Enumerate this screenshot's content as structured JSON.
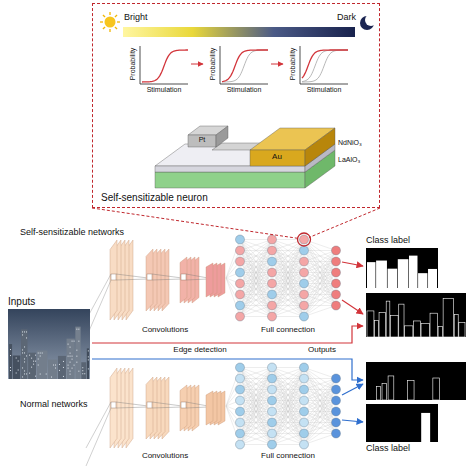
{
  "diagram": {
    "nodes": [
      {
        "text": [
          "Self-sensitizable neuron"
        ]
      },
      {
        "text": [
          "Inputs"
        ]
      },
      {
        "text": [
          "Class label"
        ]
      },
      {
        "text": [
          "Class label"
        ]
      }
    ],
    "labels": [
      "Bright",
      "Dark",
      "Probability",
      "Stimulation",
      "Probability",
      "Stimulation",
      "Probability",
      "Stimulation",
      "Pt",
      "Au",
      "NdNiO₃",
      "LaAlO₃",
      "Self-sensitizable networks",
      "Convolutions",
      "Full connection",
      "Edge detection",
      "Outputs",
      "Normal networks",
      "Convolutions",
      "Full connection"
    ]
  }
}
